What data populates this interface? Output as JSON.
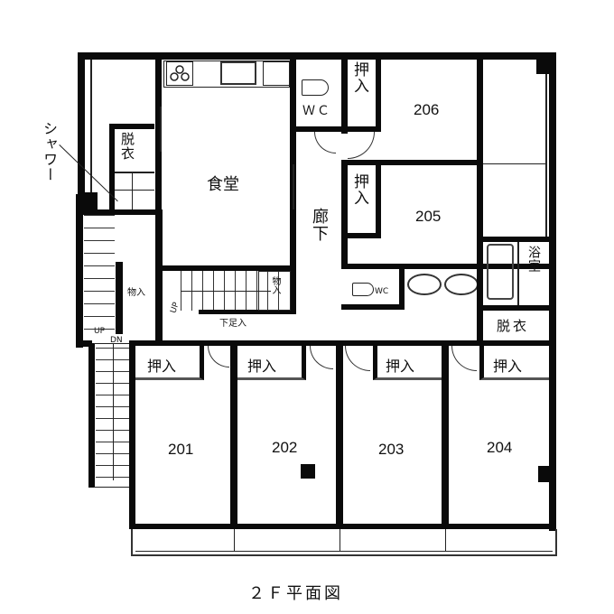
{
  "title": "２Ｆ平面図",
  "rooms": {
    "dining": "食堂",
    "wc_top": "ＷＣ",
    "wc_small": "WC",
    "corridor": "廊下",
    "bath": "浴室",
    "dressing_right": "脱衣",
    "dressing_left": "脱衣",
    "shower": "シャワー",
    "shoes_storage": "下足入",
    "storage_small_left": "物入",
    "storage_small_mid": "物入",
    "closet": "押入",
    "unit_206": "206",
    "unit_205": "205",
    "unit_201": "201",
    "unit_202": "202",
    "unit_203": "203",
    "unit_204": "204"
  },
  "stairs": {
    "up": "UP",
    "down": "DN",
    "up_inner": "UP"
  },
  "fixtures": [
    "gas-stove",
    "kitchen-sink",
    "toilet",
    "toilet",
    "wash-basin",
    "wash-basin",
    "bathtub"
  ]
}
